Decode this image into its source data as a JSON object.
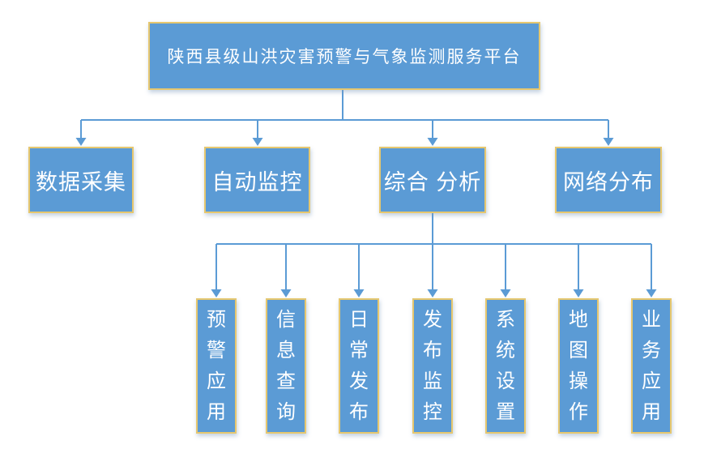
{
  "diagram": {
    "type": "org-chart",
    "root": {
      "label": "陕西县级山洪灾害预警与气象监测服务平台"
    },
    "level2": [
      {
        "label": "数据采集"
      },
      {
        "label": "自动监控"
      },
      {
        "label": "综合 分析"
      },
      {
        "label": "网络分布"
      }
    ],
    "level3": [
      {
        "label": "预警应用"
      },
      {
        "label": "信息查询"
      },
      {
        "label": "日常发布"
      },
      {
        "label": "发布监控"
      },
      {
        "label": "系统设置"
      },
      {
        "label": "地图操作"
      },
      {
        "label": "业务应用"
      }
    ],
    "edges": [
      {
        "from": "root",
        "to": "level2",
        "note": "root connects to all four level-2 nodes"
      },
      {
        "from": "综合 分析",
        "to": "level3",
        "note": "third level-2 node connects to all seven level-3 nodes"
      }
    ],
    "colors": {
      "node_fill": "#5B9BD5",
      "node_border": "#E6C76F",
      "connector": "#5B9BD5",
      "text_color": "#FFFFFF"
    }
  }
}
